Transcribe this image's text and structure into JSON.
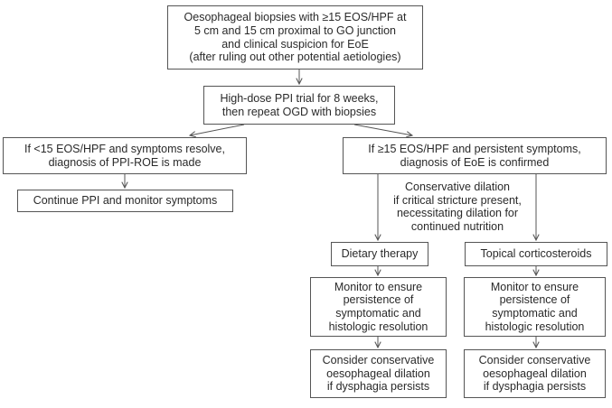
{
  "nodes": {
    "biopsies": [
      "Oesophageal biopsies with ≥15 EOS/HPF at",
      "5 cm and 15 cm proximal to GO junction",
      "and clinical suspicion for EoE",
      "(after ruling out other potential aetiologies)"
    ],
    "ppi_trial": [
      "High-dose PPI trial for 8 weeks,",
      "then repeat OGD with biopsies"
    ],
    "ppi_roe": [
      "If <15 EOS/HPF and symptoms resolve,",
      "diagnosis of PPI-ROE is made"
    ],
    "eoe_confirmed": [
      "If ≥15 EOS/HPF and persistent symptoms,",
      "diagnosis of EoE is confirmed"
    ],
    "continue_ppi": [
      "Continue PPI and monitor symptoms"
    ],
    "conservative_dilation": [
      "Conservative dilation",
      "if critical stricture present,",
      "necessitating dilation for",
      "continued nutrition"
    ],
    "dietary": [
      "Dietary therapy"
    ],
    "topical": [
      "Topical corticosteroids"
    ],
    "monitor_left": [
      "Monitor to ensure",
      "persistence of",
      "symptomatic and",
      "histologic resolution"
    ],
    "monitor_right": [
      "Monitor to ensure",
      "persistence of",
      "symptomatic and",
      "histologic resolution"
    ],
    "consider_left": [
      "Consider conservative",
      "oesophageal dilation",
      "if dysphagia persists"
    ],
    "consider_right": [
      "Consider conservative",
      "oesophageal dilation",
      "if dysphagia persists"
    ]
  },
  "colors": {
    "stroke": "#555555",
    "text": "#2a2a2a"
  }
}
